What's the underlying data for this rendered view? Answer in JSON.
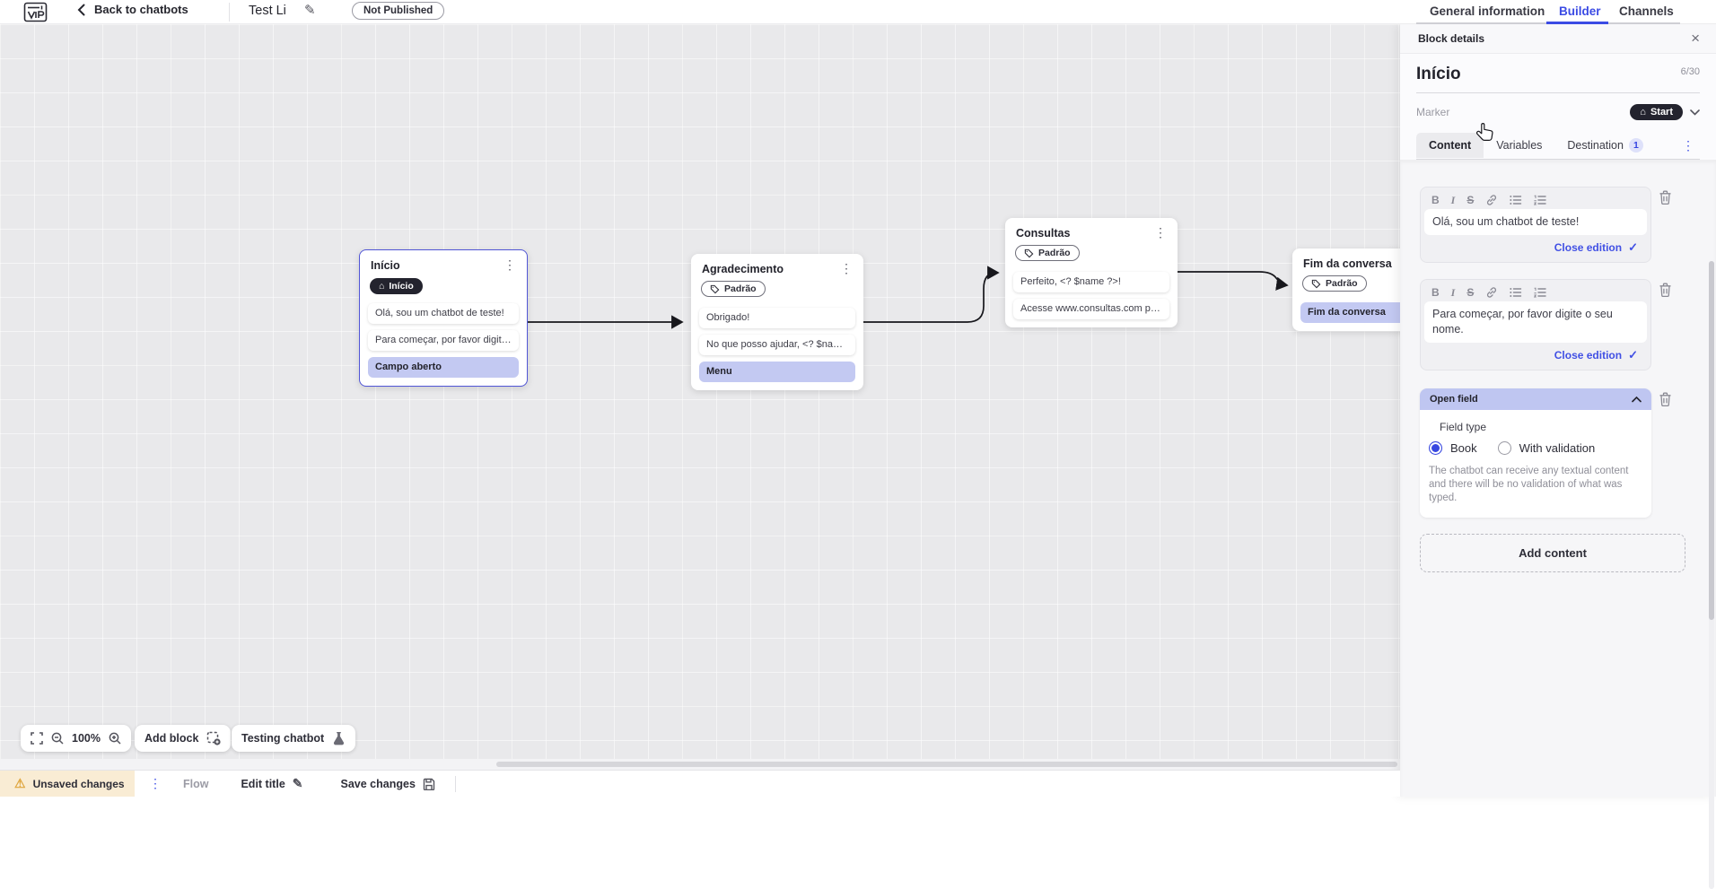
{
  "icons": {
    "kebab": "⋮",
    "home": "⌂",
    "close": "×",
    "check": "✓",
    "warning": "⚠",
    "pencil": "✎"
  },
  "topbar": {
    "back_label": "Back to chatbots",
    "title": "Test Li",
    "status_badge": "Not Published",
    "tabs": [
      {
        "label": "General information",
        "active": false
      },
      {
        "label": "Builder",
        "active": true
      },
      {
        "label": "Channels",
        "active": false
      }
    ]
  },
  "canvas": {
    "blocks": [
      {
        "title": "Início",
        "badge": "Início",
        "badge_style": "start",
        "selected": true,
        "rows": [
          {
            "text": "Olá, sou um chatbot de teste!",
            "type": "message"
          },
          {
            "text": "Para começar, por favor digite o ...",
            "type": "message"
          },
          {
            "text": "Campo aberto",
            "type": "field"
          }
        ]
      },
      {
        "title": "Agradecimento",
        "badge": "Padrão",
        "badge_style": "default",
        "selected": false,
        "rows": [
          {
            "text": "Obrigado!",
            "type": "message"
          },
          {
            "text": "No que posso ajudar, <? $name ...",
            "type": "message"
          },
          {
            "text": "Menu",
            "type": "field"
          }
        ]
      },
      {
        "title": "Consultas",
        "badge": "Padrão",
        "badge_style": "default",
        "selected": false,
        "rows": [
          {
            "text": "Perfeito, <? $name ?>!",
            "type": "message"
          },
          {
            "text": "Acesse www.consultas.com par...",
            "type": "message"
          }
        ]
      },
      {
        "title": "Fim da conversa",
        "badge": "Padrão",
        "badge_style": "default",
        "selected": false,
        "rows": [
          {
            "text": "Fim da conversa",
            "type": "field"
          }
        ]
      }
    ],
    "controls": {
      "zoom_level": "100%",
      "add_block_label": "Add block",
      "testing_label": "Testing chatbot"
    }
  },
  "panel": {
    "header": "Block details",
    "block_name": "Início",
    "char_counter": "6/30",
    "marker": {
      "label": "Marker",
      "value": "Start"
    },
    "tabs": {
      "content": "Content",
      "variables": "Variables",
      "destination": "Destination",
      "destination_count": "1"
    },
    "editors": [
      {
        "text": "Olá, sou um chatbot de teste!",
        "action_label": "Close edition"
      },
      {
        "text": "Para começar, por favor digite o seu nome.",
        "action_label": "Close edition"
      }
    ],
    "open_field": {
      "title": "Open field",
      "field_type_label": "Field type",
      "options": [
        {
          "label": "Book",
          "selected": true
        },
        {
          "label": "With validation",
          "selected": false
        }
      ],
      "description": "The chatbot can receive any textual content and there will be no validation of what was typed."
    },
    "add_content_label": "Add content"
  },
  "statusbar": {
    "unsaved": "Unsaved changes",
    "flow": "Flow",
    "edit_title": "Edit title",
    "save": "Save changes"
  },
  "colors": {
    "accent": "#3b4be4",
    "dark_badge": "#23232e",
    "selected_border": "#5156d6",
    "lavender_row": "#c3c9f2",
    "openfield_header": "#bfc6f1",
    "warning_bg": "#f9ecd4",
    "warning_icon": "#dfa63f"
  }
}
